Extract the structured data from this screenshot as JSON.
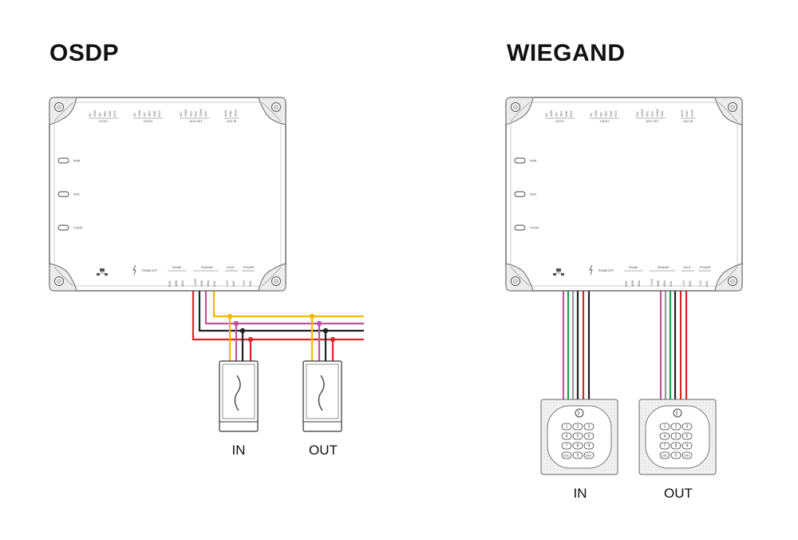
{
  "titles": {
    "osdp": "OSDP",
    "wiegand": "WIEGAND"
  },
  "readers": {
    "osdp": {
      "in": "IN",
      "out": "OUT"
    },
    "wiegand": {
      "in": "IN",
      "out": "OUT"
    }
  },
  "controller": {
    "top_groups": [
      "LOCK1",
      "LOCK2",
      "AUX OUT",
      "AUX IN"
    ],
    "top_pins": {
      "lock1": [
        "NC",
        "COM",
        "NO",
        "SEN",
        "GND",
        "EXIT"
      ],
      "lock2": [
        "NC",
        "COM",
        "NO",
        "SEN",
        "GND",
        "EXIT"
      ],
      "aux_out": [
        "NC1",
        "COM1",
        "NO1",
        "NC2",
        "COM2",
        "NO2"
      ],
      "aux_in": [
        "AUX1",
        "GND",
        "AUX2"
      ]
    },
    "leds": [
      "PWR",
      "RUN",
      "TCP/IP"
    ],
    "bottom_groups": [
      "RS485",
      "READER",
      "VOUT",
      "POWER"
    ],
    "bottom_pins": {
      "rs485": [
        "GND",
        "485B",
        "485A"
      ],
      "reader": [
        "+12VD",
        "485B",
        "485A",
        "GND"
      ],
      "vout": [
        "+12V",
        "GND"
      ],
      "power": [
        "+12V",
        "GND"
      ]
    },
    "rs485_zp": "RS485 ZVP"
  },
  "keypad": {
    "keys": [
      "1",
      "2",
      "3",
      "4",
      "5",
      "6",
      "7",
      "8",
      "9",
      "ESC",
      "0",
      "ENT"
    ]
  },
  "wire_colors": {
    "yellow": "#f5b800",
    "pink": "#c0549a",
    "black": "#222222",
    "red": "#d8262b",
    "green": "#22a052",
    "gray": "#9a9a9a"
  }
}
